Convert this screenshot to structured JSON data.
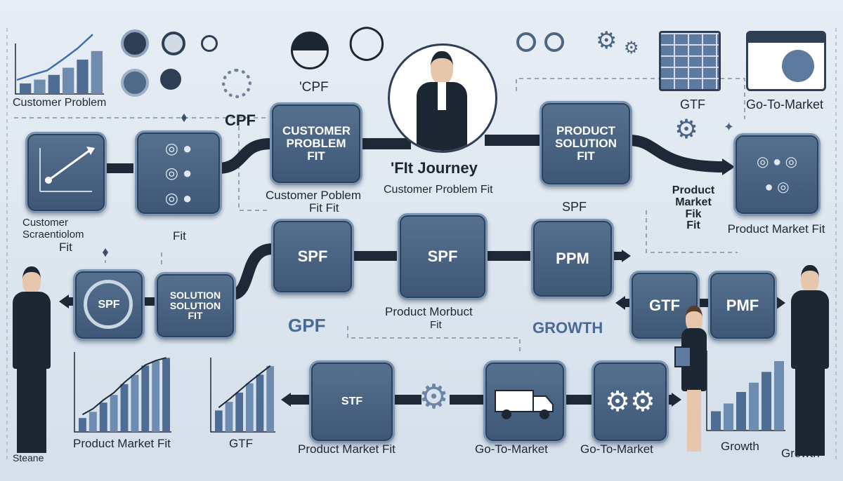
{
  "top_labels": {
    "customer_problem": "Customer Problem",
    "cpf_small": "'CPF",
    "cpf": "CPF",
    "gtf": "GTF",
    "go_to_market": "Go-To-Market"
  },
  "center_title": "'FIt Journey",
  "center_subtitle": "Customer Problem Fit",
  "boxes": {
    "customer_problem_fit": "Customer Problem Fit",
    "product_solution_fit": "Product Solution Fit",
    "spf_mid": "SPF",
    "spf_center": "SPF",
    "ppm": "PPM",
    "spf_left": "SPF",
    "solution_fit": "Solution Solution Fit",
    "gtf": "GTF",
    "pmf": "PMF",
    "stf": "STF"
  },
  "mid_labels": {
    "customer_poblem": "Customer Poblem",
    "fit_fit": "Fit Fit",
    "customer_scluttion": "Customer Scraentiolom",
    "fit_left": "Fit",
    "fit_mid": "Fit",
    "spf_label": "SPF",
    "product_market_right": "Product Market Fit",
    "product_market_fit_stack": [
      "Product",
      "Market",
      "Fik",
      "Fit"
    ],
    "product_morbuct": "Product Morbuct",
    "product_morbuct_fit": "Fit",
    "gpf": "GPF",
    "growth_mid": "GROWTH"
  },
  "bottom_labels": {
    "steane": "Steane",
    "product_market_fit_1": "Product Market Fit",
    "gtf": "GTF",
    "product_market_fit_2": "Product Market Fit",
    "go_to_market_1": "Go-To-Market",
    "go_to_market_2": "Go-To-Market",
    "growth_1": "Growth",
    "growth_2": "Growth"
  },
  "colors": {
    "box_fill": "#4a6584",
    "box_border": "#7c95b3",
    "arrow_dark": "#1e2836",
    "accent_blue": "#4a6a93"
  },
  "chart_data": [
    {
      "type": "line",
      "values": [
        20,
        28,
        35,
        52,
        70,
        92
      ]
    },
    {
      "type": "bar",
      "values": [
        22,
        30,
        40,
        55,
        72,
        90
      ]
    },
    {
      "type": "bar",
      "values": [
        18,
        26,
        38,
        48,
        62,
        74,
        86,
        92,
        96
      ]
    },
    {
      "type": "bar",
      "values": [
        30,
        42,
        55,
        68,
        80,
        92
      ]
    },
    {
      "type": "bar",
      "values": [
        25,
        35,
        50,
        62,
        76,
        90
      ]
    }
  ]
}
